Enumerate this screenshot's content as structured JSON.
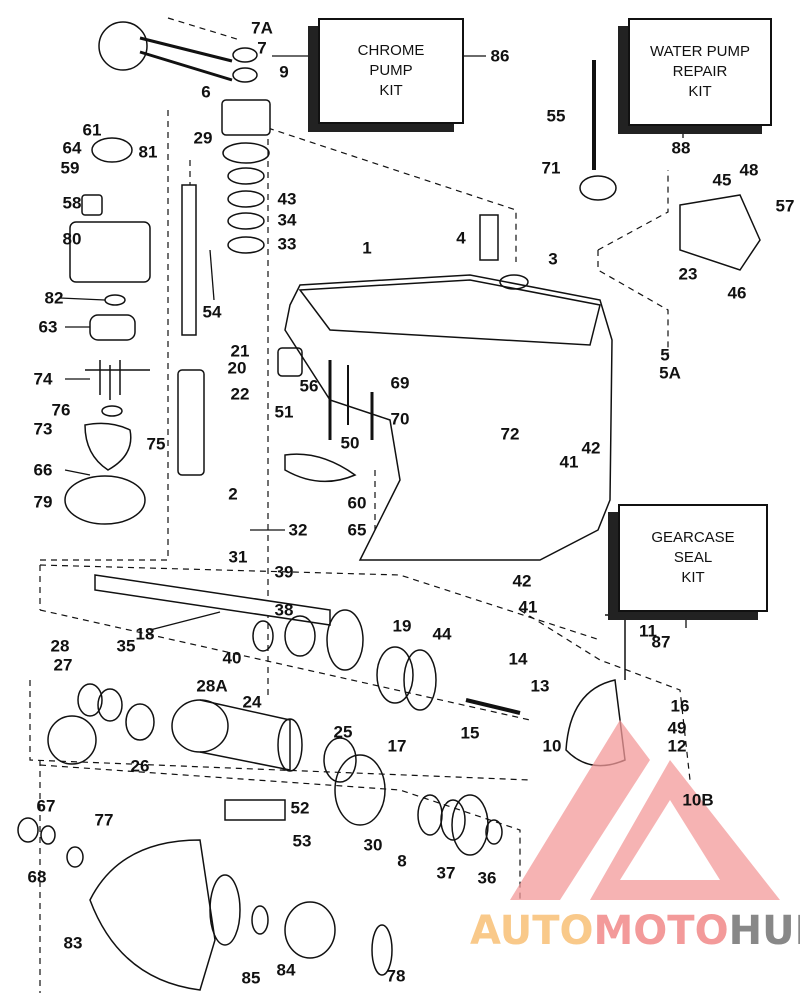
{
  "kits": {
    "chrome_pump": {
      "lines": [
        "CHROME",
        "PUMP",
        "KIT"
      ],
      "ref": "86"
    },
    "water_pump": {
      "lines": [
        "WATER PUMP",
        "REPAIR",
        "KIT"
      ],
      "ref": "88"
    },
    "gearcase_seal": {
      "lines": [
        "GEARCASE",
        "SEAL",
        "KIT"
      ],
      "ref": "87"
    }
  },
  "labels": [
    "7A",
    "7",
    "9",
    "6",
    "61",
    "29",
    "64",
    "59",
    "81",
    "43",
    "34",
    "33",
    "58",
    "80",
    "1",
    "4",
    "3",
    "82",
    "54",
    "63",
    "21",
    "20",
    "74",
    "22",
    "56",
    "51",
    "69",
    "70",
    "50",
    "76",
    "73",
    "75",
    "72",
    "42",
    "41",
    "66",
    "2",
    "79",
    "60",
    "32",
    "65",
    "31",
    "39",
    "38",
    "18",
    "19",
    "44",
    "40",
    "28",
    "35",
    "27",
    "28A",
    "24",
    "26",
    "25",
    "17",
    "52",
    "67",
    "77",
    "53",
    "30",
    "8",
    "37",
    "36",
    "68",
    "83",
    "85",
    "84",
    "78",
    "11",
    "14",
    "13",
    "15",
    "16",
    "49",
    "12",
    "10",
    "10B",
    "55",
    "71",
    "48",
    "45",
    "57",
    "23",
    "46",
    "5",
    "5A",
    "42",
    "41"
  ],
  "watermark": {
    "part1": "AUTO",
    "part2": "MOTO",
    "part3": "HUB",
    "colors": [
      "#f9c98a",
      "#f39a9a",
      "#888888"
    ]
  }
}
